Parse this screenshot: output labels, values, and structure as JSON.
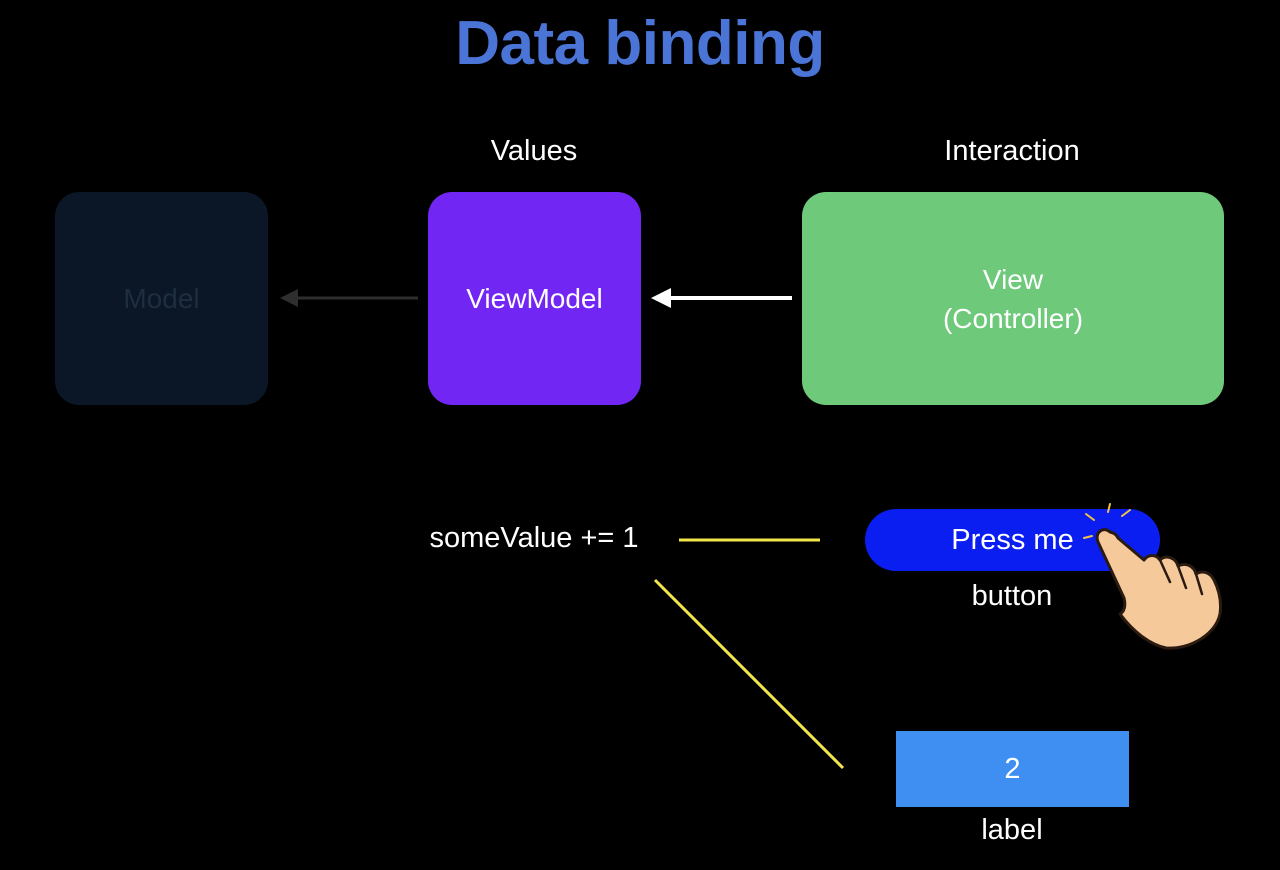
{
  "title": "Data binding",
  "headings": {
    "values": "Values",
    "interaction": "Interaction"
  },
  "boxes": {
    "model": "Model",
    "viewmodel": "ViewModel",
    "view": "View\n(Controller)"
  },
  "code": "someValue += 1",
  "button": {
    "label": "Press me",
    "caption": "button"
  },
  "label_widget": {
    "value": "2",
    "caption": "label"
  },
  "colors": {
    "title": "#4a74d6",
    "model": "#0b1727",
    "viewmodel": "#7226f4",
    "view": "#6ec97a",
    "button": "#0a1ef2",
    "label": "#3f8ef1",
    "connector": "#f2e64a"
  },
  "icons": {
    "pointer": "pointing-hand-icon"
  }
}
